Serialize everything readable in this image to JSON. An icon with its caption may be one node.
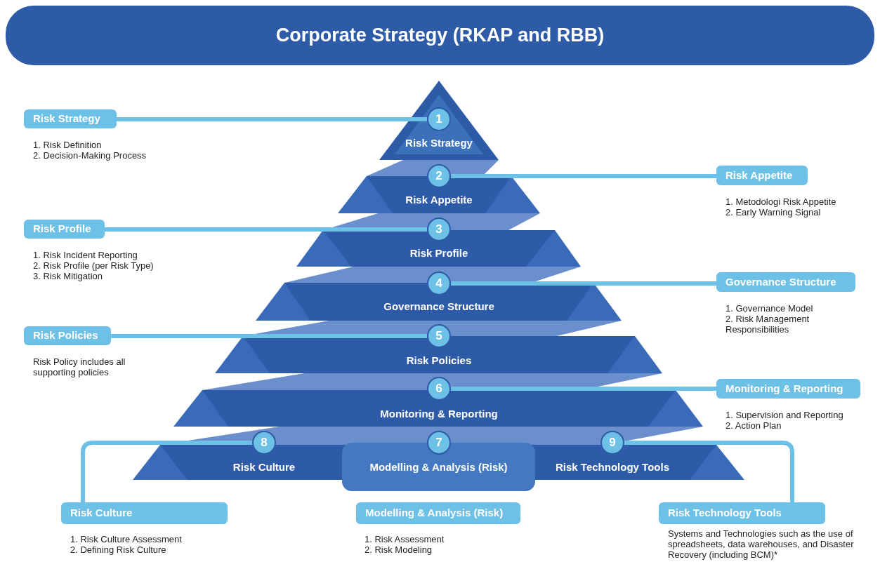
{
  "diagram": {
    "title": "Corporate Strategy (RKAP and RBB)",
    "nodes": [
      {
        "text": [
          "Risk Strategy"
        ],
        "beside": [
          "1. Risk Definition",
          "2. Decision-Making Process"
        ]
      },
      {
        "text": [
          "1"
        ],
        "in": 2
      },
      {
        "text": [
          "Risk Strategy"
        ]
      },
      {
        "text": [
          "2"
        ]
      },
      {
        "text": [
          "Risk Appetite"
        ],
        "beside": [
          "1. Metodologi Risk Appetite",
          "2. Early Warning Signal"
        ]
      },
      {
        "text": [
          "Risk Appetite"
        ]
      },
      {
        "text": [
          "Risk Profile"
        ],
        "beside": [
          "1. Risk Incident Reporting",
          "2. Risk Profile (per Risk Type)",
          "3. Risk Mitigation"
        ]
      },
      {
        "text": [
          "3"
        ]
      },
      {
        "text": [
          "Risk Profile"
        ]
      },
      {
        "text": [
          "4"
        ]
      },
      {
        "text": [
          "Governance Structure"
        ],
        "beside": [
          "1. Governance Model",
          "2. Risk Management Responsibilities"
        ]
      },
      {
        "text": [
          "Governance Structure"
        ]
      },
      {
        "text": [
          "Risk Policies"
        ],
        "beside": [
          "Risk Policy includes all supporting policies"
        ]
      },
      {
        "text": [
          "5"
        ]
      },
      {
        "text": [
          "Risk Policies"
        ]
      },
      {
        "text": [
          "6"
        ]
      },
      {
        "text": [
          "Monitoring & Reporting"
        ],
        "beside": [
          "1. Supervision and Reporting",
          "2. Action Plan"
        ]
      },
      {
        "text": [
          "Monitoring & Reporting"
        ]
      },
      {
        "text": [
          "8"
        ]
      },
      {
        "text": [
          "7"
        ]
      },
      {
        "text": [
          "9"
        ]
      },
      {
        "text": [
          "Risk Culture",
          "Risk Technology Tools"
        ]
      },
      {
        "text": [
          "Modelling & Analysis (Risk)"
        ]
      },
      {
        "text": [
          "Risk Culture"
        ],
        "beside": [
          "1. Risk Culture Assessment",
          "2. Defining Risk Culture"
        ]
      },
      {
        "text": [
          "Modelling & Analysis (Risk)"
        ],
        "beside": [
          "1. Risk Assessment",
          "2. Risk Modeling"
        ]
      },
      {
        "text": [
          "Risk Technology Tools"
        ],
        "beside": [
          "Systems and Technologies such as the use of spreadsheets, data warehouses, and Disaster Recovery (including BCM)*"
        ]
      }
    ],
    "edges": [
      {
        "from": 0,
        "to": 1,
        "arrow": "none"
      },
      {
        "from": 4,
        "to": 3,
        "arrow": "none"
      },
      {
        "from": 6,
        "to": 7,
        "arrow": "none"
      },
      {
        "from": 10,
        "to": 9,
        "arrow": "none"
      },
      {
        "from": 12,
        "to": 13,
        "arrow": "none"
      },
      {
        "from": 16,
        "to": 15,
        "arrow": "none"
      },
      {
        "from": 18,
        "to": 23,
        "arrow": "none"
      },
      {
        "from": 20,
        "to": 25,
        "arrow": "none"
      }
    ]
  }
}
